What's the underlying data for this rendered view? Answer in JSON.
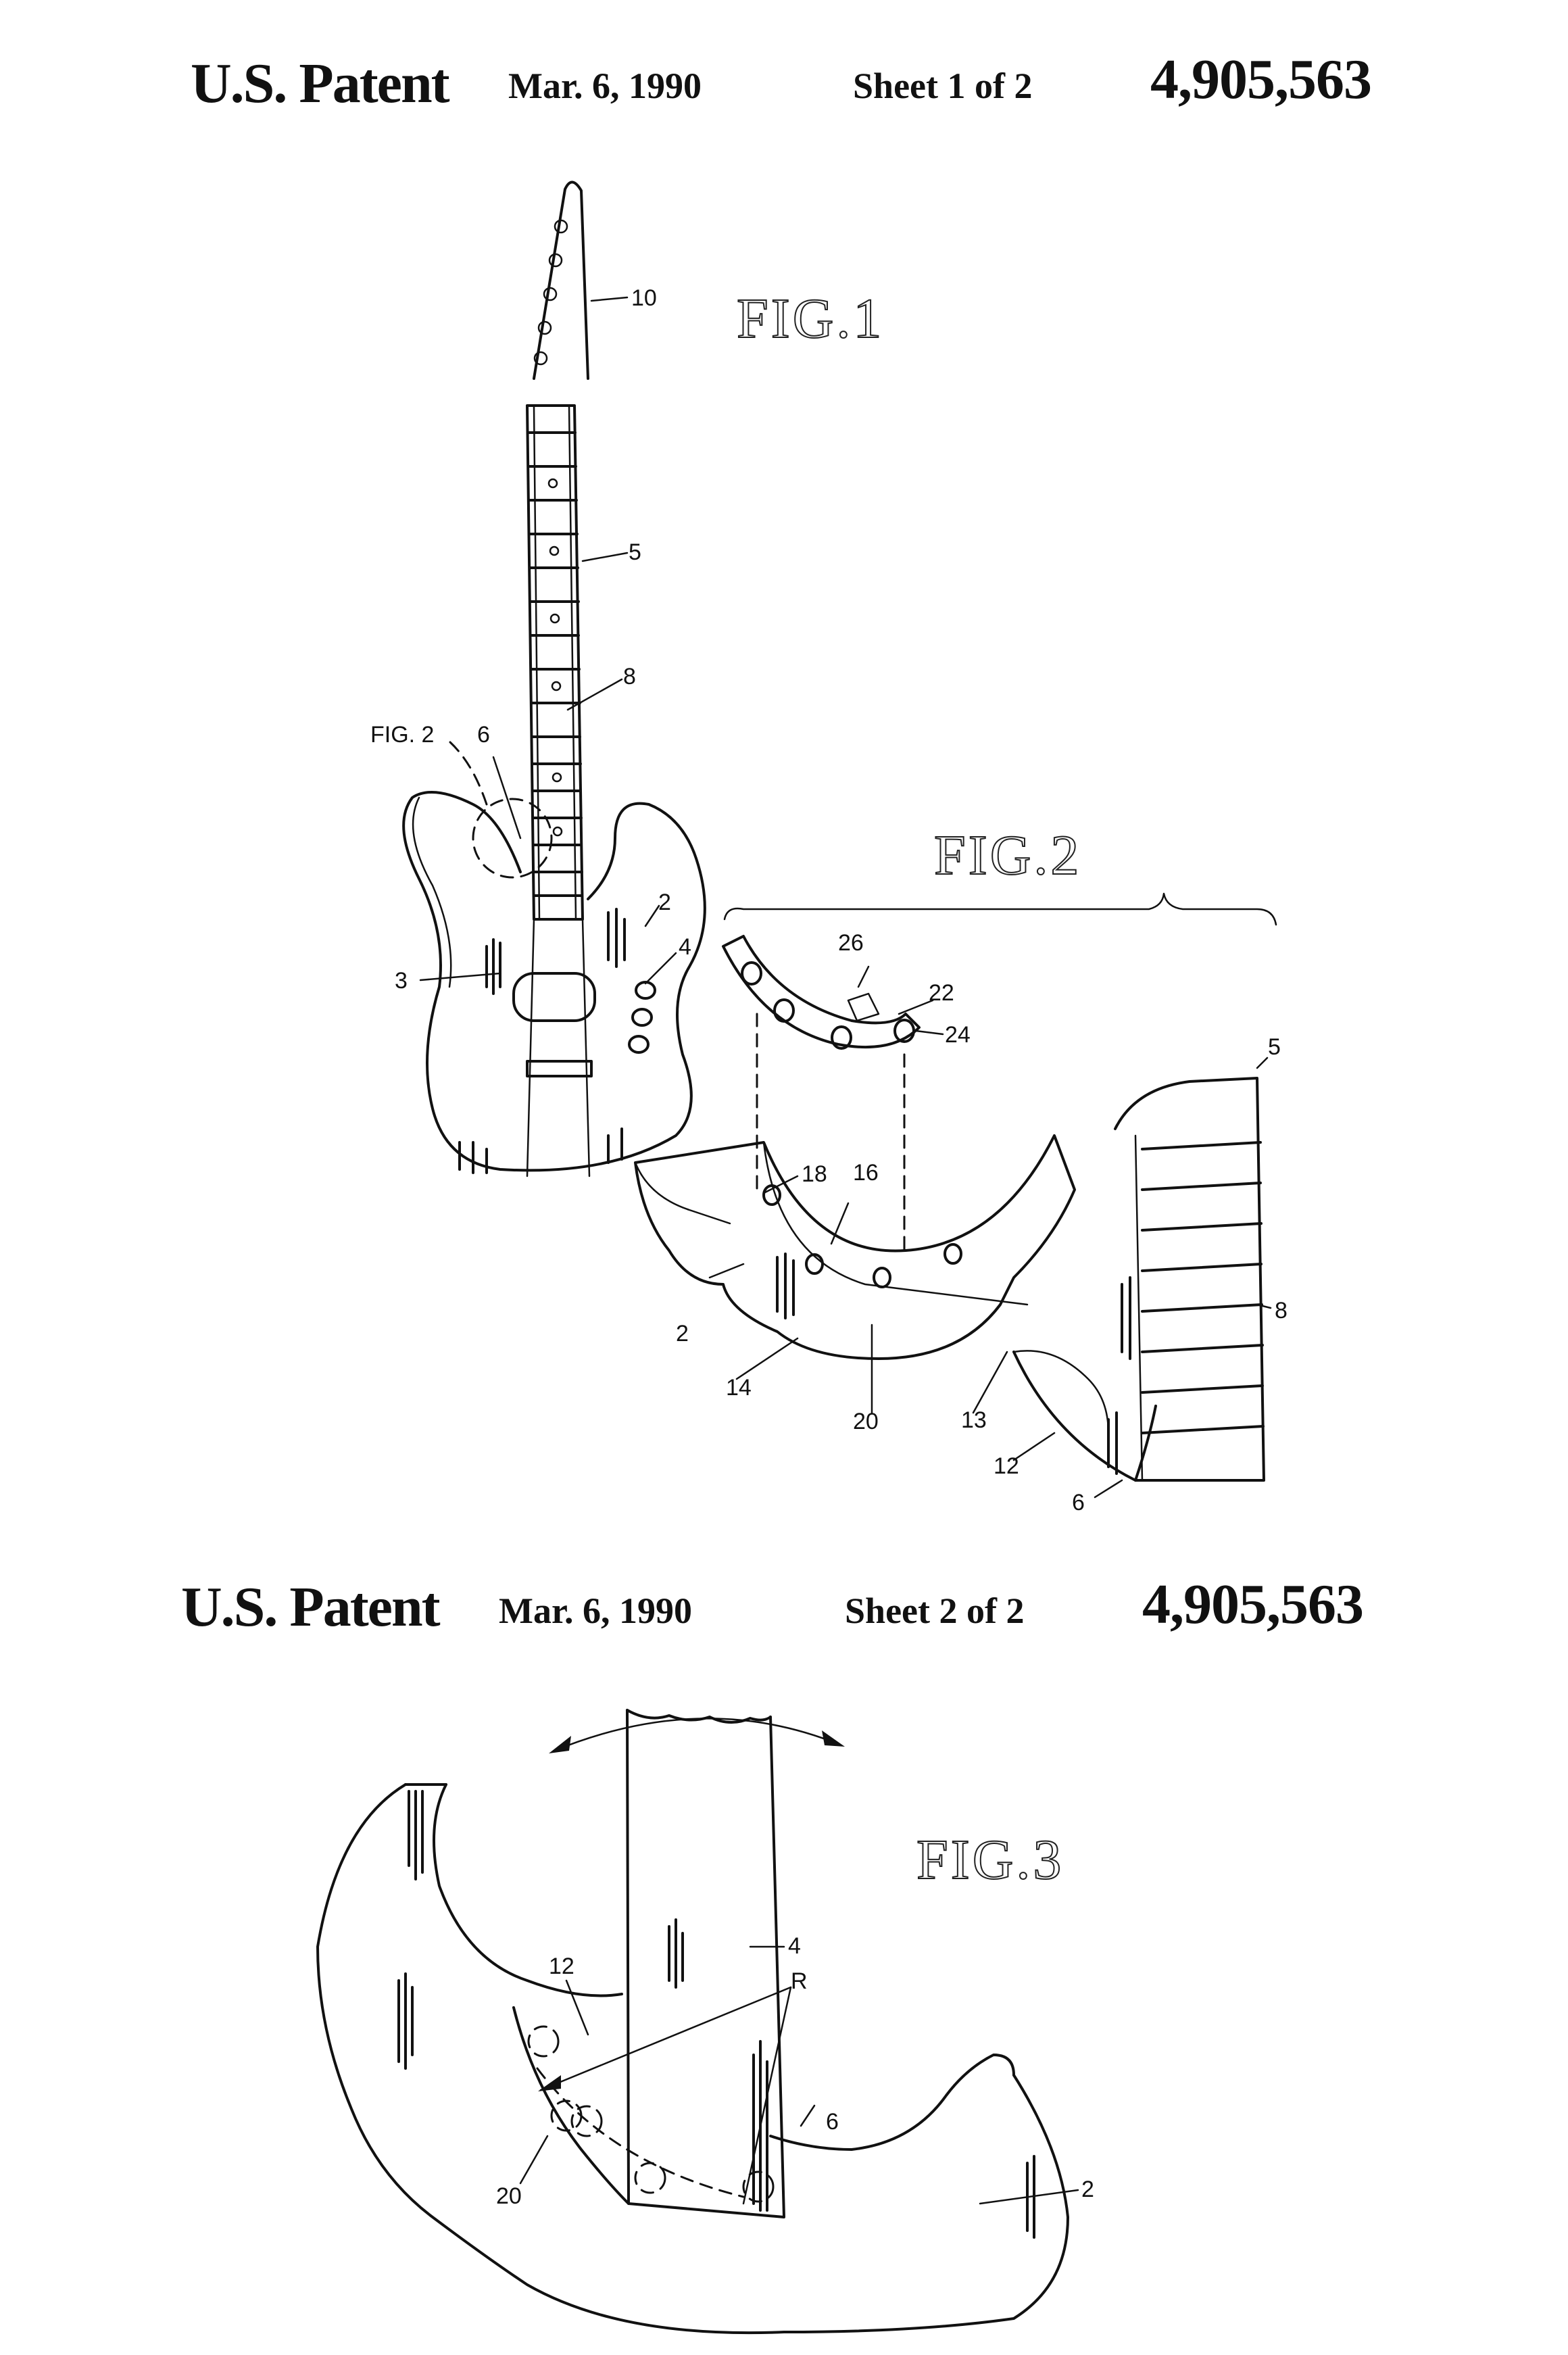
{
  "sheet1": {
    "title": "U.S. Patent",
    "date": "Mar. 6, 1990",
    "sheet": "Sheet 1 of 2",
    "number": "4,905,563"
  },
  "sheet2": {
    "title": "U.S. Patent",
    "date": "Mar. 6, 1990",
    "sheet": "Sheet 2 of 2",
    "number": "4,905,563"
  },
  "figures": {
    "fig1": "FIG.1",
    "fig2": "FIG.2",
    "fig3": "FIG.3"
  },
  "fig1_refs": {
    "r10": "10",
    "r5": "5",
    "r8": "8",
    "fig2_ref": "FIG. 2",
    "r6": "6",
    "r2": "2",
    "r4": "4",
    "r3": "3"
  },
  "fig2_refs": {
    "r26": "26",
    "r22": "22",
    "r24": "24",
    "r5": "5",
    "r18": "18",
    "r16": "16",
    "r8": "8",
    "r2": "2",
    "r14": "14",
    "r20": "20",
    "r13": "13",
    "r12": "12",
    "r6": "6"
  },
  "fig3_refs": {
    "r4": "4",
    "r12": "12",
    "rR": "R",
    "r6": "6",
    "r20": "20",
    "r2": "2"
  }
}
